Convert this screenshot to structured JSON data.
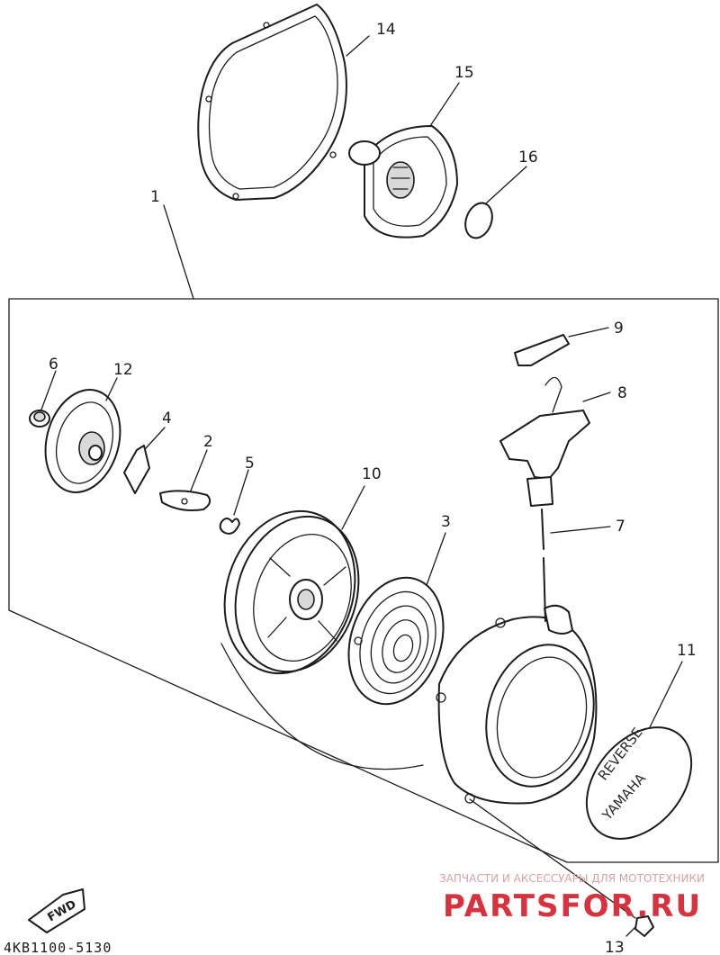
{
  "diagram": {
    "part_number_code": "4KB1100-5130",
    "fwd_label": "FWD",
    "callouts": [
      "1",
      "2",
      "3",
      "4",
      "5",
      "6",
      "7",
      "8",
      "9",
      "10",
      "11",
      "12",
      "13",
      "14",
      "15",
      "16"
    ],
    "cover_emblem": {
      "line1": "REVERSE",
      "line2": "YAMAHA"
    }
  },
  "watermark": {
    "tagline": "ЗАПЧАСТИ И АКСЕССУАРЫ ДЛЯ МОТОТЕХНИКИ",
    "brand": "PARTSFOR.RU",
    "color": "#d8323e"
  }
}
